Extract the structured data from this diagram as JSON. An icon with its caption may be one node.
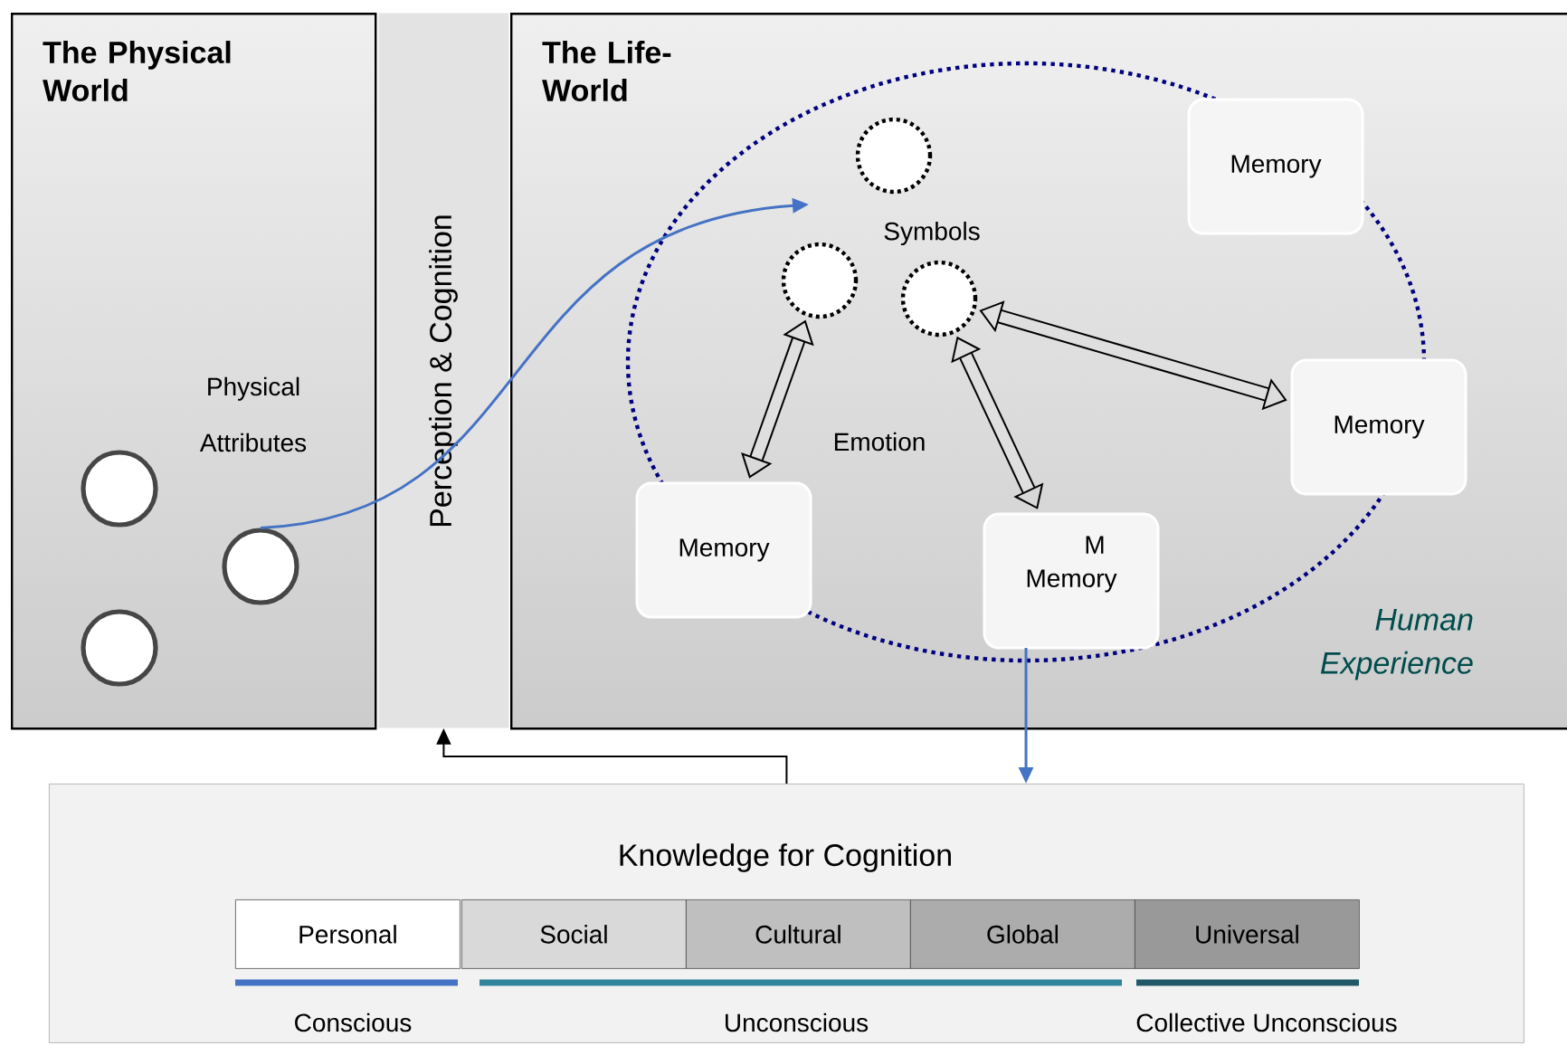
{
  "diagram": {
    "nodes": [
      {
        "text": [
          "The Physical World"
        ]
      },
      {
        "text": [
          "Perception & Cognition"
        ]
      },
      {
        "text": [
          "The Life-World"
        ]
      },
      {
        "text": [
          "Human Experience"
        ],
        "in": 2
      },
      {
        "text": [],
        "shape": "circle",
        "in": 0
      },
      {
        "text": [],
        "shape": "circle",
        "in": 0
      },
      {
        "text": [],
        "shape": "circle",
        "in": 0
      },
      {
        "text": [],
        "shape": "circle",
        "in": 3
      },
      {
        "text": [],
        "shape": "circle",
        "in": 3
      },
      {
        "text": [],
        "shape": "circle",
        "in": 3
      },
      {
        "text": [
          "Memory"
        ],
        "in": 3
      },
      {
        "text": [
          "Memory"
        ],
        "in": 2
      },
      {
        "text": [
          "Memory"
        ],
        "in": 3
      },
      {
        "text": [
          "Memory"
        ],
        "in": 3
      },
      {
        "text": [
          "Knowledge for Cognition"
        ]
      },
      {
        "text": [
          "Personal"
        ],
        "in": 14
      },
      {
        "text": [
          "Social"
        ],
        "in": 14
      },
      {
        "text": [
          "Cultural"
        ],
        "in": 14
      },
      {
        "text": [
          "Global"
        ],
        "in": 14
      },
      {
        "text": [
          "Universal"
        ],
        "in": 14
      }
    ],
    "edges": [
      {
        "from": 5,
        "to": null,
        "arrow": "to",
        "color": "#4472c4"
      },
      {
        "from": 8,
        "to": 12,
        "arrow": "both",
        "style": "thick"
      },
      {
        "from": 9,
        "to": 13,
        "arrow": "both",
        "style": "thick"
      },
      {
        "from": 9,
        "to": 11,
        "arrow": "both",
        "style": "thick"
      },
      {
        "from": 13,
        "to": 14,
        "arrow": "to",
        "color": "#4472c4"
      },
      {
        "from": 14,
        "to": 1,
        "arrow": "to"
      }
    ],
    "labels": [
      "Physical Attributes",
      "Symbols",
      "Emotion",
      "M",
      "Conscious",
      "Unconscious",
      "Collective Unconscious"
    ]
  }
}
